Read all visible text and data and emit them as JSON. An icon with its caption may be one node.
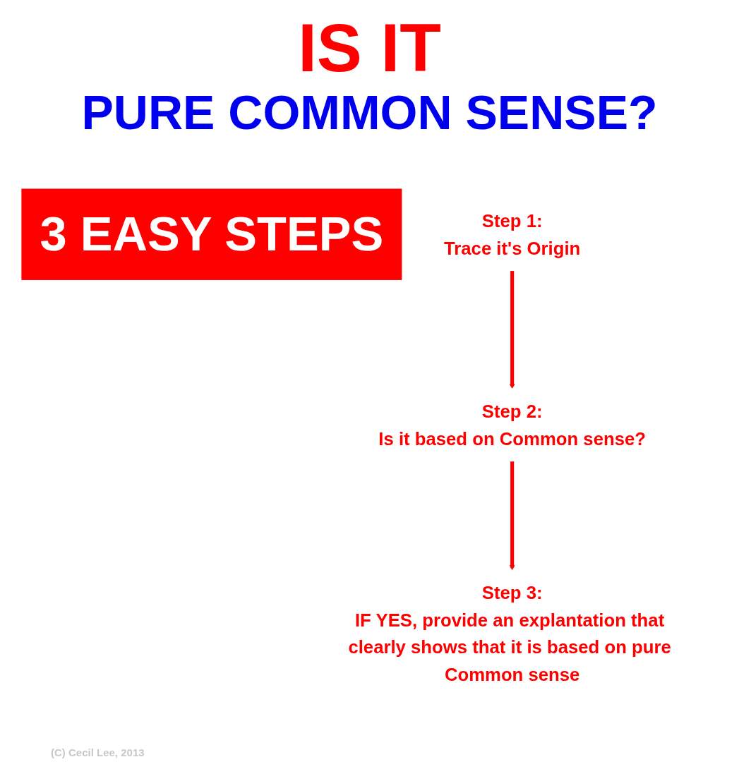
{
  "diagram": {
    "title": "IS IT",
    "nodes": [
      {
        "text": [
          "3 EASY STEPS"
        ]
      },
      {
        "text": [
          "Step 1:",
          "Trace it's Origin"
        ]
      },
      {
        "text": [
          "Step 2:",
          "Is it based on Common sense?"
        ]
      },
      {
        "text": [
          "Step 3:",
          "IF YES, provide an explantation that clearly shows that it is based on pure Common sense"
        ]
      }
    ],
    "edges": [
      {
        "from": 1,
        "to": 2,
        "arrow": "to"
      },
      {
        "from": 2,
        "to": 3,
        "arrow": "to"
      }
    ],
    "labels": [
      "PURE COMMON SENSE?",
      "(C) Cecil Lee, 2013"
    ]
  }
}
